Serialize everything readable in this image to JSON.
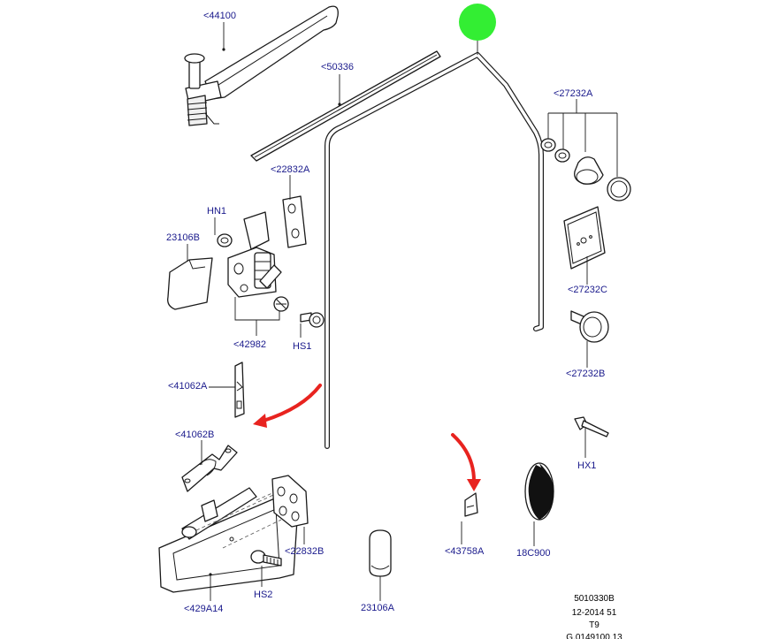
{
  "diagram": {
    "labels": {
      "p44100": "<44100",
      "p50336": "<50336",
      "p27232A": "<27232A",
      "p22832A": "<22832A",
      "hn1": "HN1",
      "p23106B": "23106B",
      "p27232C": "<27232C",
      "p42982": "<42982",
      "hs1": "HS1",
      "p27232B": "<27232B",
      "p41062A": "<41062A",
      "p41062B": "<41062B",
      "hx1": "HX1",
      "p22832B": "<22832B",
      "p43758A": "<43758A",
      "p18C900": "18C900",
      "hs2": "HS2",
      "p429A14": "<429A14",
      "p23106A": "23106A"
    },
    "meta": {
      "line1": "5010330B",
      "line2": "12-2014 51",
      "line3": "T9",
      "line4": "G.0149100.13"
    },
    "colors": {
      "marker": "#33ee33",
      "arrow": "#e8231f",
      "label": "#1a1a8c"
    }
  }
}
